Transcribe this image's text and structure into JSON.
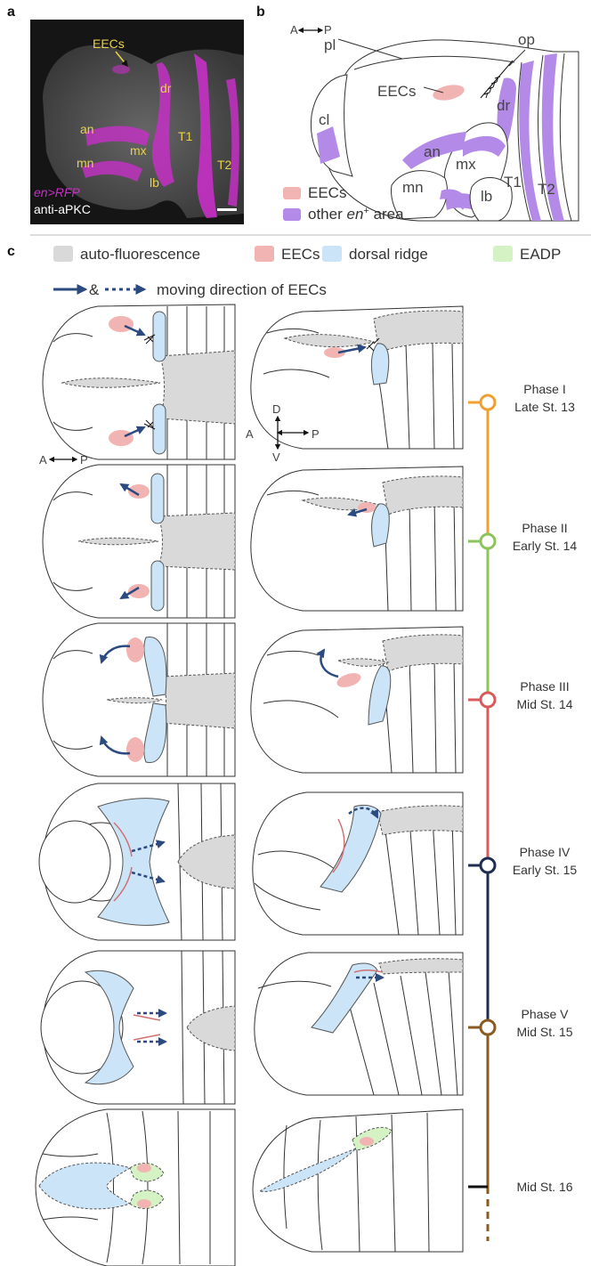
{
  "panels": {
    "a": "a",
    "b": "b",
    "c": "c"
  },
  "panel_a": {
    "labels": {
      "eecs": "EECs",
      "dr": "dr",
      "an": "an",
      "mn": "mn",
      "mx": "mx",
      "lb": "lb",
      "t1": "T1",
      "t2": "T2"
    },
    "caption_line1": "en>RFP",
    "caption_line2": "anti-aPKC",
    "colors": {
      "rfp": "#c530c5",
      "label": "#e8d24a",
      "background": "#1a1a1a"
    }
  },
  "panel_b": {
    "axis": {
      "a": "A",
      "p": "P"
    },
    "labels": {
      "pl": "pl",
      "op": "op",
      "eecs": "EECs",
      "cl": "cl",
      "dr": "dr",
      "an": "an",
      "mx": "mx",
      "mn": "mn",
      "lb": "lb",
      "t1": "T1",
      "t2": "T2"
    },
    "legend": [
      {
        "label": "EECs",
        "color": "#f2b4b2"
      },
      {
        "prefix": "other ",
        "italic": "en",
        "sup": "+",
        "suffix": " area",
        "color": "#b38ae8"
      }
    ]
  },
  "panel_c": {
    "legend": [
      {
        "label": "auto-fluorescence",
        "color": "#d9d9d9"
      },
      {
        "label": "EECs",
        "color": "#f2b4b2"
      },
      {
        "label": "dorsal ridge",
        "color": "#cce4f7"
      },
      {
        "label": "EADP",
        "color": "#d4f2c4"
      }
    ],
    "arrow_legend": {
      "amp": "&",
      "text": "moving direction of EECs"
    },
    "axis_ap": {
      "a": "A",
      "p": "P"
    },
    "axis_cross": {
      "d": "D",
      "v": "V",
      "a": "A",
      "p": "P"
    },
    "timeline": [
      {
        "line1": "Phase I",
        "line2": "Late St. 13",
        "color": "#f0a030"
      },
      {
        "line1": "Phase II",
        "line2": "Early St. 14",
        "color": "#8cc45a"
      },
      {
        "line1": "Phase III",
        "line2": "Mid St. 14",
        "color": "#d95a5a"
      },
      {
        "line1": "Phase IV",
        "line2": "Early St. 15",
        "color": "#1e2d50"
      },
      {
        "line1": "Phase V",
        "line2": "Mid St. 15",
        "color": "#8a5a20"
      },
      {
        "line1": "Mid St. 16",
        "line2": "",
        "color": "#111111"
      }
    ],
    "arrow_color": "#2b4a80"
  }
}
